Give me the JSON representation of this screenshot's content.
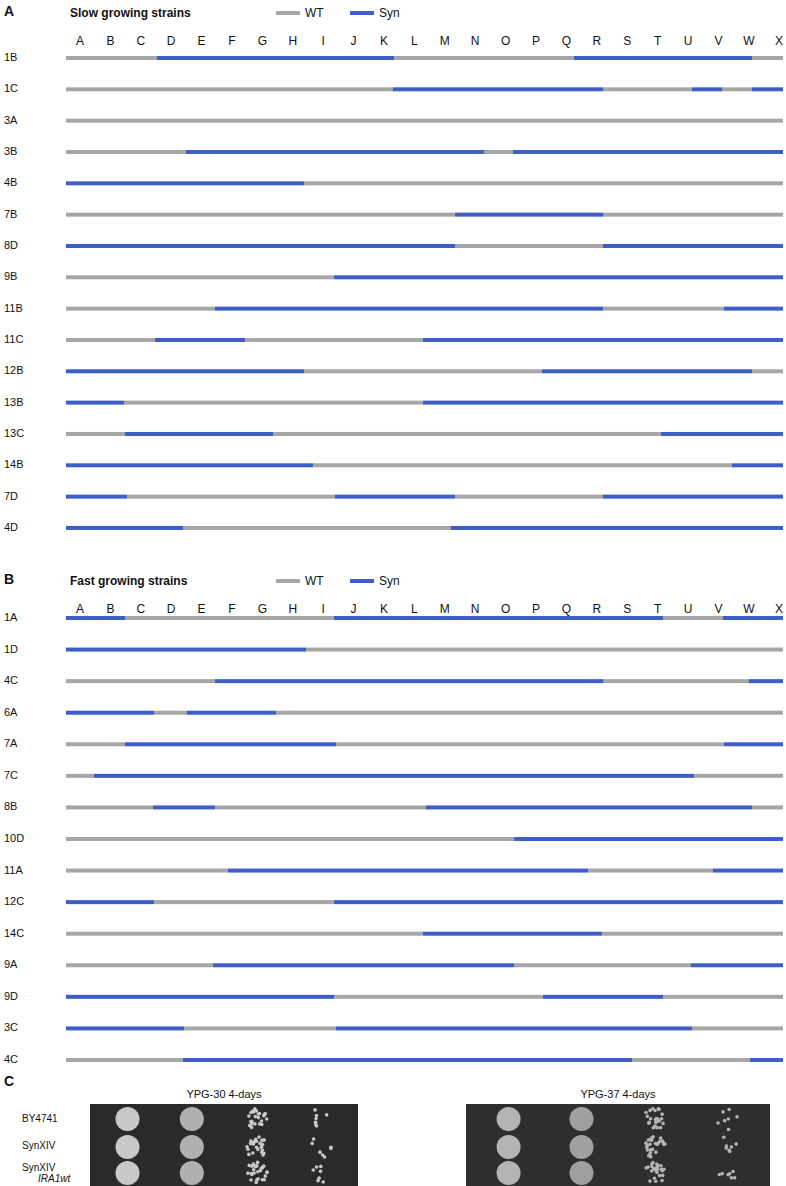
{
  "diagram": {
    "labels": [
      "A",
      "Slow growing strains",
      "A",
      "B",
      "C",
      "D",
      "E",
      "F",
      "G",
      "H",
      "I",
      "J",
      "K",
      "L",
      "M",
      "N",
      "O",
      "P",
      "Q",
      "R",
      "S",
      "T",
      "U",
      "V",
      "W",
      "X",
      "1B",
      "1C",
      "3A",
      "3B",
      "4B",
      "7B",
      "8D",
      "9B",
      "11B",
      "11C",
      "12B",
      "13B",
      "13C",
      "14B",
      "7D",
      "4D",
      "B",
      "Fast growing strains",
      "A",
      "B",
      "C",
      "D",
      "E",
      "F",
      "G",
      "H",
      "I",
      "J",
      "K",
      "L",
      "M",
      "N",
      "O",
      "P",
      "Q",
      "R",
      "S",
      "T",
      "U",
      "V",
      "W",
      "X",
      "1A",
      "1D",
      "4C",
      "6A",
      "7A",
      "7C",
      "8B",
      "10D",
      "11A",
      "12C",
      "14C",
      "9A",
      "9D",
      "3C",
      "4C",
      "C",
      "YPG-30 4-days",
      "YPG-37 4-days",
      "BY4741",
      "SynXIV",
      "SynXIV",
      "IRA1wt"
    ],
    "legend": [
      {
        "text": "WT",
        "color": "#a6a6a6"
      },
      {
        "text": "Syn",
        "color": "#3d5ec6"
      },
      {
        "text": "WT",
        "color": "#a6a6a6"
      },
      {
        "text": "Syn",
        "color": "#3d5ec6"
      }
    ]
  }
}
